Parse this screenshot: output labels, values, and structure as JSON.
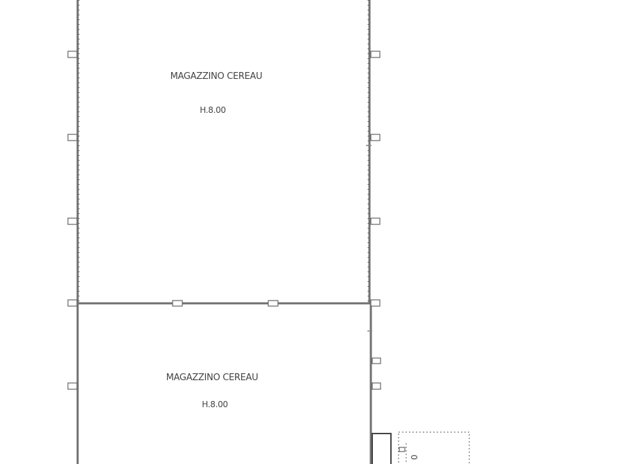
{
  "rooms": [
    {
      "name": "MAGAZZINO CEREAU",
      "height": "H.8.00"
    },
    {
      "name": "MAGAZZINO CEREAU",
      "height": "H.8.00"
    }
  ],
  "annex": {
    "label": "0"
  }
}
